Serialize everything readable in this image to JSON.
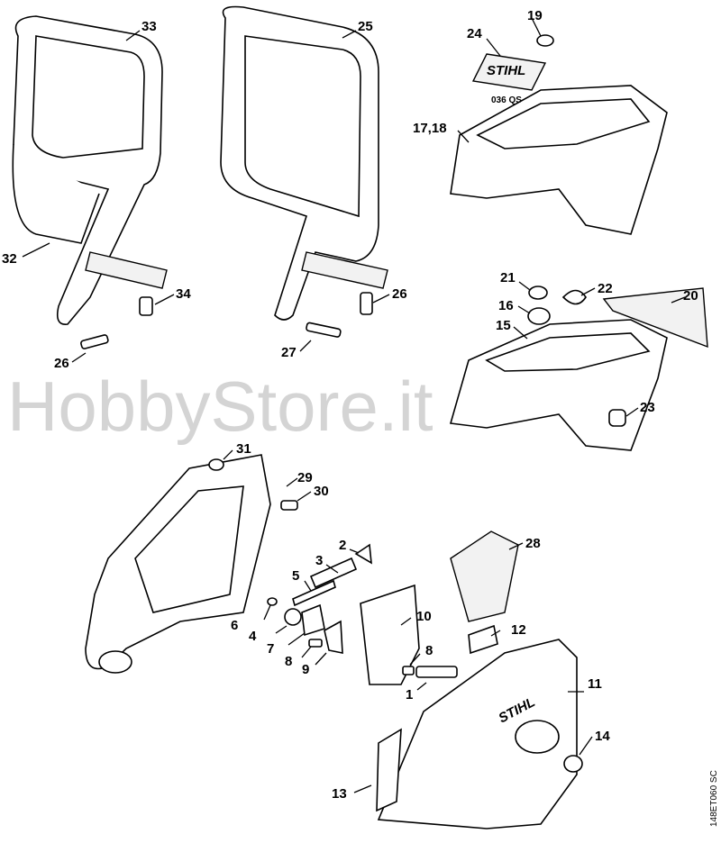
{
  "diagram": {
    "labels": {
      "l33": "33",
      "l25": "25",
      "l19": "19",
      "l24": "24",
      "l17_18": "17,18",
      "l32": "32",
      "l34": "34",
      "l26a": "26",
      "l26b": "26",
      "l27": "27",
      "l21": "21",
      "l22": "22",
      "l20": "20",
      "l16": "16",
      "l15": "15",
      "l23": "23",
      "l31": "31",
      "l29": "29",
      "l30": "30",
      "l2": "2",
      "l3": "3",
      "l28": "28",
      "l5": "5",
      "l10": "10",
      "l6": "6",
      "l4": "4",
      "l7": "7",
      "l12": "12",
      "l8a": "8",
      "l8b": "8",
      "l9": "9",
      "l1": "1",
      "l11": "11",
      "l14": "14",
      "l13": "13"
    },
    "brand_logo": "STIHL",
    "decal_text": "036 QS",
    "watermark": "HobbyStore.it",
    "drawing_code": "148ET060 SC"
  }
}
